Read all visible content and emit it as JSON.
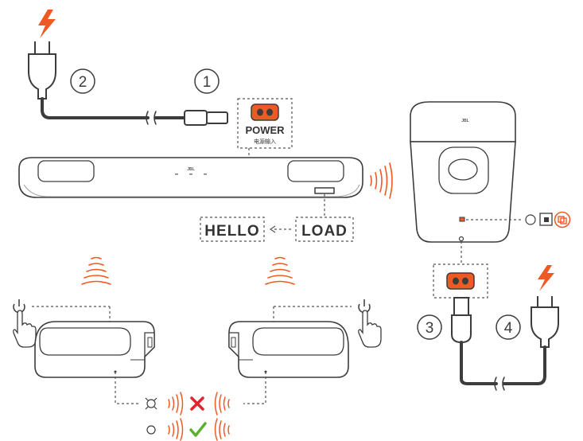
{
  "steps": {
    "s1": "1",
    "s2": "2",
    "s3": "3",
    "s4": "4"
  },
  "power_port": {
    "label": "POWER",
    "sublabel": "电源输入"
  },
  "display": {
    "hello": "HELLO",
    "load": "LOAD"
  },
  "brand": {
    "soundbar_logo": "JBL",
    "subwoofer_logo": "JBL"
  },
  "colors": {
    "accent": "#ee5a24",
    "error": "#e0242a",
    "success": "#5cb030",
    "line": "#3c3c3c",
    "dashed": "#555555"
  },
  "icons": {
    "power_bolt": "lightning-bolt-icon",
    "plug": "eu-plug-icon",
    "power_button": "power-icon",
    "hand": "pointing-hand-icon",
    "wave": "wireless-wave-icon",
    "cross": "cross-icon",
    "check": "check-icon",
    "pair": "pairing-icon"
  },
  "states": {
    "failed": "not-paired",
    "succeeded": "paired"
  }
}
